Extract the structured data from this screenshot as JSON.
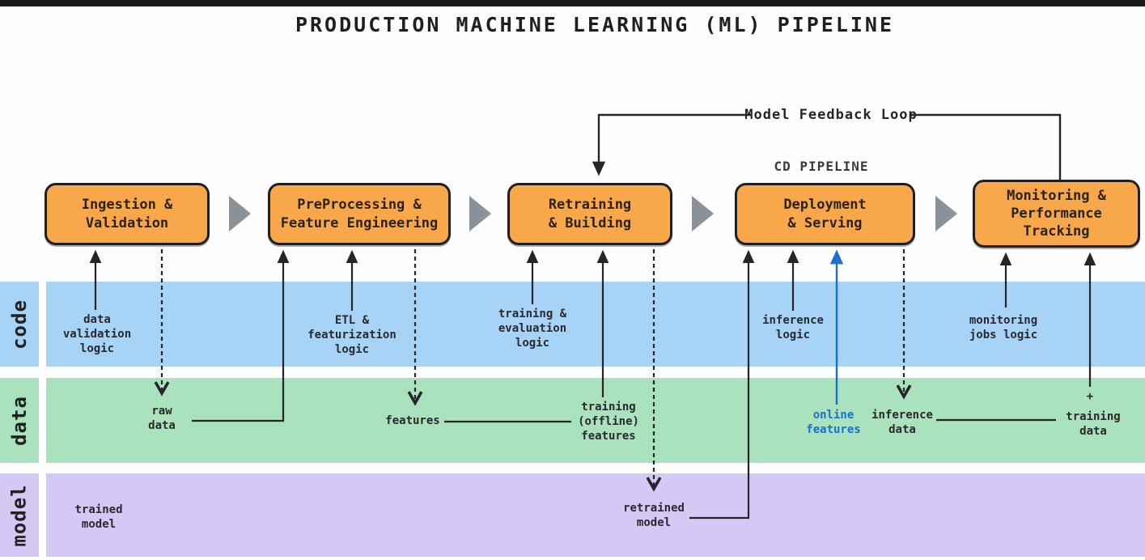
{
  "title": "PRODUCTION MACHINE LEARNING (ML) PIPELINE",
  "feedback_loop_label": "Model Feedback Loop",
  "cd_pipeline_label": "CD PIPELINE",
  "stages": [
    {
      "label": "Ingestion &\nValidation"
    },
    {
      "label": "PreProcessing &\nFeature Engineering"
    },
    {
      "label": "Retraining\n& Building"
    },
    {
      "label": "Deployment\n& Serving"
    },
    {
      "label": "Monitoring &\nPerformance\nTracking"
    }
  ],
  "lanes": [
    {
      "id": "code",
      "label": "code"
    },
    {
      "id": "data",
      "label": "data"
    },
    {
      "id": "model",
      "label": "model"
    }
  ],
  "flow_labels": {
    "data_validation_logic": "data\nvalidation\nlogic",
    "raw_data": "raw\ndata",
    "etl_featurization_logic": "ETL &\nfeaturization\nlogic",
    "features": "features",
    "training_evaluation_logic": "training &\nevaluation\nlogic",
    "training_offline_features": "training\n(offline)\nfeatures",
    "trained_model": "trained\nmodel",
    "retrained_model": "retrained\nmodel",
    "inference_logic": "inference\nlogic",
    "online_features": "online\nfeatures",
    "inference_data": "inference\ndata",
    "plus_sign": "+",
    "training_data": "training\ndata",
    "monitoring_jobs_logic": "monitoring\njobs logic"
  },
  "colors": {
    "stage_orange": "#F8A74B",
    "stage_border": "#1F1F23",
    "lane_code": "#A6D3F6",
    "lane_data": "#A9E2BD",
    "lane_model": "#D5C8F5",
    "accent_blue": "#1B6FD0",
    "connector_gray": "#8B9198",
    "ink": "#26262A",
    "top_bar": "#19191D"
  }
}
